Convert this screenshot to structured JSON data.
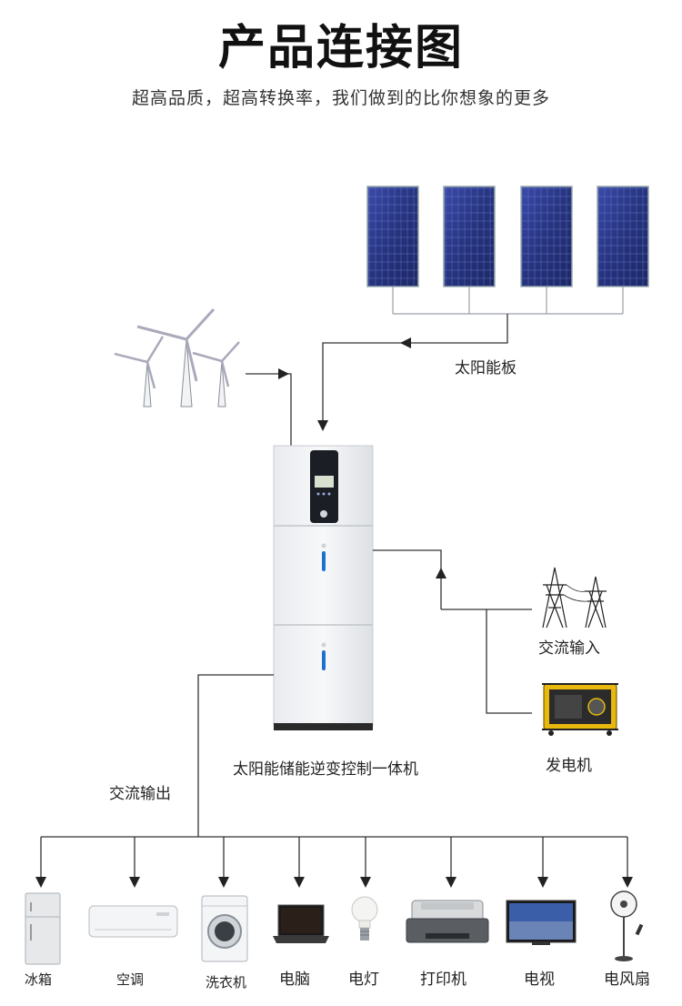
{
  "header": {
    "title": "产品连接图",
    "subtitle": "超高品质，超高转换率，我们做到的比你想象的更多"
  },
  "sources": {
    "solar_panel_label": "太阳能板",
    "grid_input_label": "交流输入",
    "generator_label": "发电机"
  },
  "inverter": {
    "label": "太阳能储能逆变控制一体机"
  },
  "output": {
    "label": "交流输出",
    "loads": [
      "冰箱",
      "空调",
      "洗衣机",
      "电脑",
      "电灯",
      "打印机",
      "电视",
      "电风扇"
    ]
  },
  "colors": {
    "line": "#333333",
    "panel": "#2e3a8c",
    "accent_blue": "#1f6fd1",
    "generator": "#e8b80c"
  }
}
